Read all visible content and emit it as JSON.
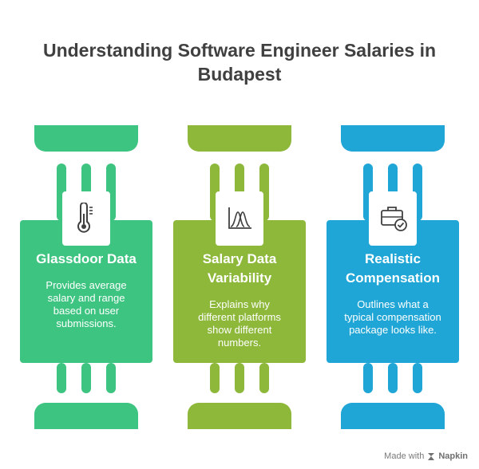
{
  "title": "Understanding Software Engineer Salaries in Budapest",
  "columns": [
    {
      "title": "Glassdoor Data",
      "description": "Provides average salary and range based on user submissions.",
      "icon": "thermometer-icon",
      "color": "#3ec481"
    },
    {
      "title": "Salary Data Variability",
      "description": "Explains why different platforms show different numbers.",
      "icon": "distribution-chart-icon",
      "color": "#8db83a"
    },
    {
      "title": "Realistic Compensation",
      "description": "Outlines what a typical compensation package looks like.",
      "icon": "briefcase-badge-icon",
      "color": "#1fa6d6"
    }
  ],
  "footer": {
    "made_with": "Made with",
    "brand": "Napkin"
  }
}
